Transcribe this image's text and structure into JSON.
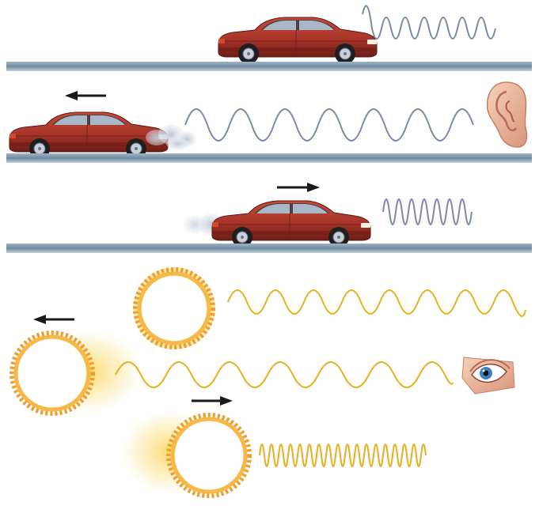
{
  "figure": {
    "sound_rows": [
      {
        "source": "car",
        "motion": "none",
        "exhaust": false,
        "wave": "short-burst",
        "listener": "none"
      },
      {
        "source": "car",
        "motion": "left",
        "exhaust": true,
        "wave": "long-wavelength",
        "listener": "ear"
      },
      {
        "source": "car",
        "motion": "right",
        "exhaust": true,
        "wave": "short-wavelength",
        "listener": "none"
      }
    ],
    "light_rows": [
      {
        "source": "star",
        "motion": "none",
        "wave": "medium-wavelength",
        "observer": "none"
      },
      {
        "source": "star",
        "motion": "left",
        "wave": "long-wavelength",
        "observer": "eye"
      },
      {
        "source": "star",
        "motion": "right",
        "wave": "short-wavelength",
        "observer": "none"
      }
    ],
    "colors": {
      "car_body": "#b03a2e",
      "car_dark": "#7a2119",
      "sound_wave": "#7a8aa8",
      "light_wave": "#e8b020",
      "road": "#7e98ad",
      "star_rim": "#f29a2a",
      "star_glow": "#f7cf5a",
      "skin": "#eebea0",
      "iris": "#3f7fc4",
      "arrow": "#1a1a1a",
      "exhaust": "#c9d3de"
    }
  }
}
